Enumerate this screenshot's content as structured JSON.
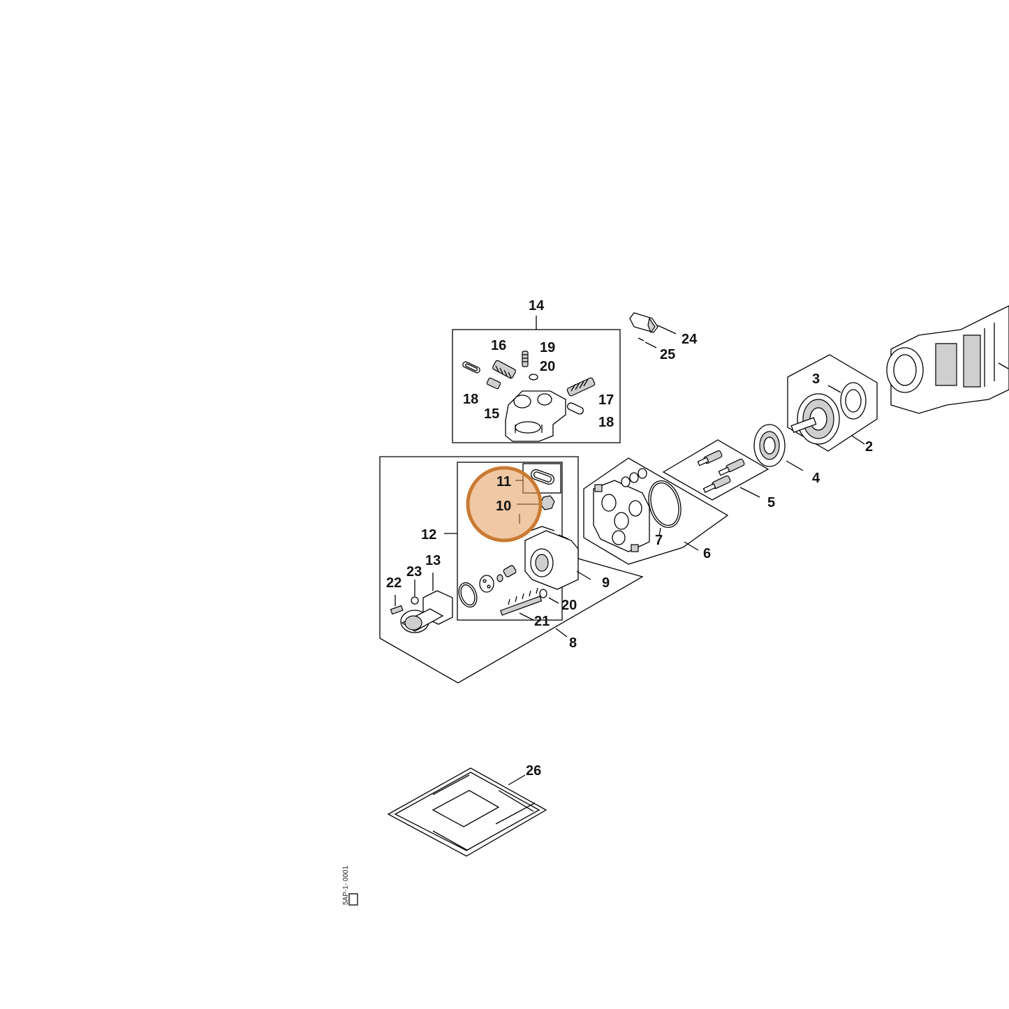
{
  "callouts": [
    {
      "id": "14",
      "text": "14"
    },
    {
      "id": "16",
      "text": "16"
    },
    {
      "id": "19",
      "text": "19"
    },
    {
      "id": "20a",
      "text": "20"
    },
    {
      "id": "18a",
      "text": "18"
    },
    {
      "id": "15",
      "text": "15"
    },
    {
      "id": "17",
      "text": "17"
    },
    {
      "id": "18b",
      "text": "18"
    },
    {
      "id": "24",
      "text": "24"
    },
    {
      "id": "25",
      "text": "25"
    },
    {
      "id": "3",
      "text": "3"
    },
    {
      "id": "2",
      "text": "2"
    },
    {
      "id": "4",
      "text": "4"
    },
    {
      "id": "5",
      "text": "5"
    },
    {
      "id": "6",
      "text": "6"
    },
    {
      "id": "7",
      "text": "7"
    },
    {
      "id": "11",
      "text": "11"
    },
    {
      "id": "10",
      "text": "10"
    },
    {
      "id": "12",
      "text": "12"
    },
    {
      "id": "13",
      "text": "13"
    },
    {
      "id": "23",
      "text": "23"
    },
    {
      "id": "22",
      "text": "22"
    },
    {
      "id": "9",
      "text": "9"
    },
    {
      "id": "20b",
      "text": "20"
    },
    {
      "id": "21",
      "text": "21"
    },
    {
      "id": "8",
      "text": "8"
    },
    {
      "id": "26",
      "text": "26"
    }
  ],
  "highlight": {
    "label": "highlighted-part",
    "color": "#e39b57"
  },
  "drawing_code": "5AP-1- 0001"
}
